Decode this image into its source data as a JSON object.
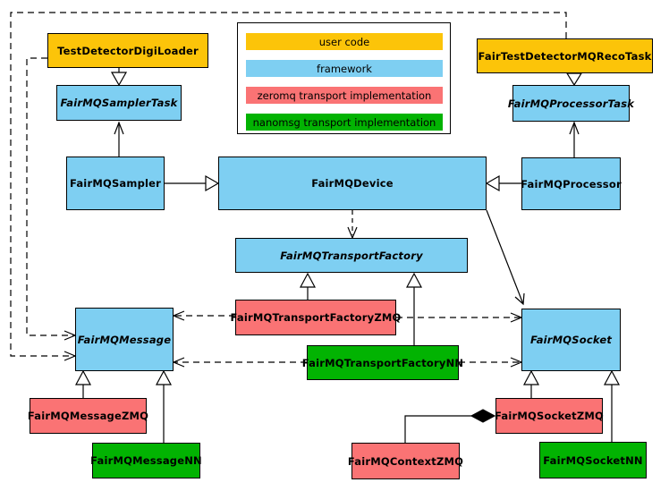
{
  "colors": {
    "user_code": "#FCC409",
    "framework": "#7ECFF2",
    "zeromq": "#FA7374",
    "nanomsg": "#02B302"
  },
  "legend": {
    "items": [
      {
        "label": "user code",
        "category": "user_code"
      },
      {
        "label": "framework",
        "category": "framework"
      },
      {
        "label": "zeromq transport implementation",
        "category": "zeromq"
      },
      {
        "label": "nanomsg transport implementation",
        "category": "nanomsg"
      }
    ]
  },
  "nodes": [
    {
      "id": "test-detector-digi-loader",
      "label": "TestDetectorDigiLoader",
      "category": "user_code",
      "abstract": false
    },
    {
      "id": "fair-test-detector-mq-reco-task",
      "label": "FairTestDetectorMQRecoTask",
      "category": "user_code",
      "abstract": false
    },
    {
      "id": "fairmq-sampler-task",
      "label": "FairMQSamplerTask",
      "category": "framework",
      "abstract": true
    },
    {
      "id": "fairmq-processor-task",
      "label": "FairMQProcessorTask",
      "category": "framework",
      "abstract": true
    },
    {
      "id": "fairmq-sampler",
      "label": "FairMQSampler",
      "category": "framework",
      "abstract": false
    },
    {
      "id": "fairmq-device",
      "label": "FairMQDevice",
      "category": "framework",
      "abstract": false
    },
    {
      "id": "fairmq-processor",
      "label": "FairMQProcessor",
      "category": "framework",
      "abstract": false
    },
    {
      "id": "fairmq-transport-factory",
      "label": "FairMQTransportFactory",
      "category": "framework",
      "abstract": true
    },
    {
      "id": "fairmq-transport-factory-zmq",
      "label": "FairMQTransportFactoryZMQ",
      "category": "zeromq",
      "abstract": false
    },
    {
      "id": "fairmq-transport-factory-nn",
      "label": "FairMQTransportFactoryNN",
      "category": "nanomsg",
      "abstract": false
    },
    {
      "id": "fairmq-message",
      "label": "FairMQMessage",
      "category": "framework",
      "abstract": true
    },
    {
      "id": "fairmq-socket",
      "label": "FairMQSocket",
      "category": "framework",
      "abstract": true
    },
    {
      "id": "fairmq-message-zmq",
      "label": "FairMQMessageZMQ",
      "category": "zeromq",
      "abstract": false
    },
    {
      "id": "fairmq-message-nn",
      "label": "FairMQMessageNN",
      "category": "nanomsg",
      "abstract": false
    },
    {
      "id": "fairmq-context-zmq",
      "label": "FairMQContextZMQ",
      "category": "zeromq",
      "abstract": false
    },
    {
      "id": "fairmq-socket-zmq",
      "label": "FairMQSocketZMQ",
      "category": "zeromq",
      "abstract": false
    },
    {
      "id": "fairmq-socket-nn",
      "label": "FairMQSocketNN",
      "category": "nanomsg",
      "abstract": false
    }
  ],
  "edges": [
    {
      "from": "TestDetectorDigiLoader",
      "to": "FairMQSamplerTask",
      "type": "inheritance",
      "style": "solid"
    },
    {
      "from": "FairTestDetectorMQRecoTask",
      "to": "FairMQProcessorTask",
      "type": "inheritance",
      "style": "solid"
    },
    {
      "from": "FairMQSampler",
      "to": "FairMQSamplerTask",
      "type": "association",
      "style": "solid"
    },
    {
      "from": "FairMQProcessor",
      "to": "FairMQProcessorTask",
      "type": "association",
      "style": "solid"
    },
    {
      "from": "FairMQSampler",
      "to": "FairMQDevice",
      "type": "inheritance",
      "style": "solid"
    },
    {
      "from": "FairMQProcessor",
      "to": "FairMQDevice",
      "type": "inheritance",
      "style": "solid"
    },
    {
      "from": "FairMQDevice",
      "to": "FairMQTransportFactory",
      "type": "dependency",
      "style": "dashed"
    },
    {
      "from": "FairMQDevice",
      "to": "FairMQSocket",
      "type": "association",
      "style": "solid"
    },
    {
      "from": "FairMQTransportFactoryZMQ",
      "to": "FairMQTransportFactory",
      "type": "inheritance",
      "style": "solid"
    },
    {
      "from": "FairMQTransportFactoryNN",
      "to": "FairMQTransportFactory",
      "type": "inheritance",
      "style": "solid"
    },
    {
      "from": "FairMQTransportFactoryZMQ",
      "to": "FairMQMessage",
      "type": "dependency",
      "style": "dashed"
    },
    {
      "from": "FairMQTransportFactoryZMQ",
      "to": "FairMQSocket",
      "type": "dependency",
      "style": "dashed"
    },
    {
      "from": "FairMQTransportFactoryNN",
      "to": "FairMQMessage",
      "type": "dependency",
      "style": "dashed"
    },
    {
      "from": "FairMQTransportFactoryNN",
      "to": "FairMQSocket",
      "type": "dependency",
      "style": "dashed"
    },
    {
      "from": "TestDetectorDigiLoader",
      "to": "FairMQMessage",
      "type": "dependency",
      "style": "dashed"
    },
    {
      "from": "FairTestDetectorMQRecoTask",
      "to": "FairMQMessage",
      "type": "dependency",
      "style": "dashed"
    },
    {
      "from": "FairMQMessageZMQ",
      "to": "FairMQMessage",
      "type": "inheritance",
      "style": "solid"
    },
    {
      "from": "FairMQMessageNN",
      "to": "FairMQMessage",
      "type": "inheritance",
      "style": "solid"
    },
    {
      "from": "FairMQSocketZMQ",
      "to": "FairMQSocket",
      "type": "inheritance",
      "style": "solid"
    },
    {
      "from": "FairMQSocketNN",
      "to": "FairMQSocket",
      "type": "inheritance",
      "style": "solid"
    },
    {
      "from": "FairMQSocketZMQ",
      "to": "FairMQContextZMQ",
      "type": "composition",
      "style": "solid"
    }
  ]
}
